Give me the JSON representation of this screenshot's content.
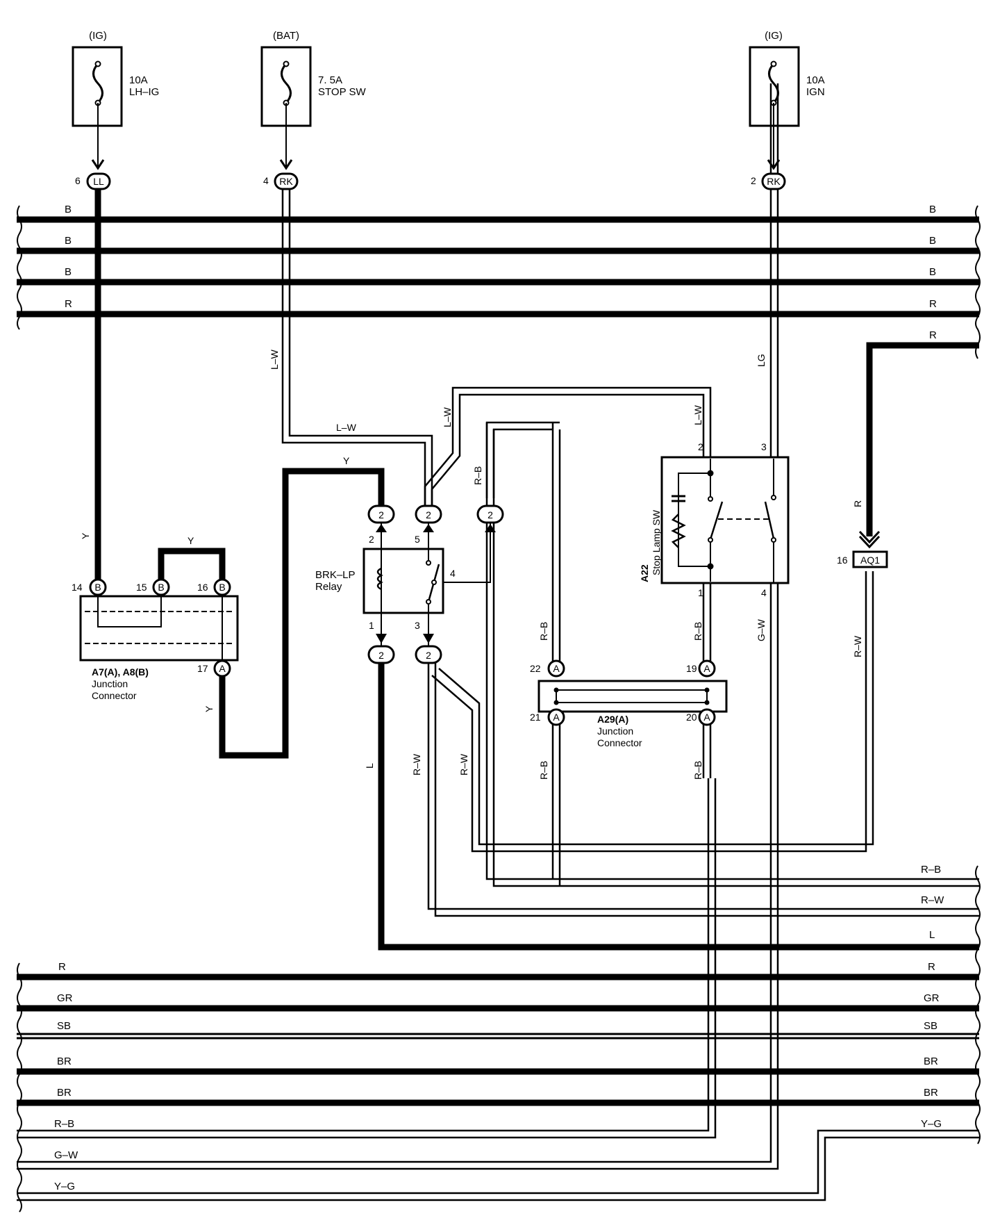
{
  "fuses": [
    {
      "source": "(IG)",
      "rating": "10A",
      "name": "LH–IG",
      "pin": "6",
      "connector": "LL"
    },
    {
      "source": "(BAT)",
      "rating": "7. 5A",
      "name": "STOP SW",
      "pin": "4",
      "connector": "RK"
    },
    {
      "source": "(IG)",
      "rating": "10A",
      "name": "IGN",
      "pin": "2",
      "connector": "RK"
    }
  ],
  "upper_bus": [
    {
      "left": "B",
      "right": "B"
    },
    {
      "left": "B",
      "right": "B"
    },
    {
      "left": "B",
      "right": "B"
    },
    {
      "left": "R",
      "right": "R"
    }
  ],
  "lower_bus": [
    {
      "left": "R",
      "right": "R"
    },
    {
      "left": "GR",
      "right": "GR"
    },
    {
      "left": "SB",
      "right": "SB"
    },
    {
      "left": "BR",
      "right": "BR"
    },
    {
      "left": "BR",
      "right": "BR"
    },
    {
      "left": "R–B",
      "right": "Y–G"
    },
    {
      "left": "G–W",
      "right": ""
    },
    {
      "left": "Y–G",
      "right": ""
    }
  ],
  "right_outputs": [
    "R",
    "R–B",
    "R–W",
    "L"
  ],
  "wire_colors": {
    "lh_ig": "Y",
    "stop_sw": "L–W",
    "stop_sw_horizontal": "L–W",
    "ign": "LG",
    "relay_pin2": "Y",
    "relay_pin2_jumper": "Y",
    "jc17": "Y",
    "relay_pin5": "L–W",
    "stop_sw_pin2": "L–W",
    "relay_pin4": "R–B",
    "ja22": "R–B",
    "ja19": "R–B",
    "ja21": "R–B",
    "ja20": "R–B",
    "stop_sw_pin4": "G–W",
    "relay_pin1": "L",
    "relay_pin3_a": "R–W",
    "relay_pin3_b": "R–W",
    "aq1_in": "R",
    "aq1_out": "R–W"
  },
  "components": {
    "junction1": {
      "code": "A7(A), A8(B)",
      "name1": "Junction",
      "name2": "Connector",
      "pins": [
        "14",
        "15",
        "16",
        "17"
      ],
      "letters": [
        "B",
        "B",
        "B",
        "A"
      ]
    },
    "relay": {
      "name1": "BRK–LP",
      "name2": "Relay",
      "pins": [
        "2",
        "5",
        "4",
        "1",
        "3"
      ],
      "plug": "2"
    },
    "stop_lamp_sw": {
      "code": "A22",
      "name": "Stop Lamp SW",
      "pins": [
        "2",
        "3",
        "1",
        "4"
      ]
    },
    "junction2": {
      "code": "A29(A)",
      "name1": "Junction",
      "name2": "Connector",
      "pins": [
        "22",
        "19",
        "21",
        "20"
      ],
      "letter": "A"
    },
    "aq1": {
      "pin": "16",
      "label": "AQ1"
    }
  }
}
